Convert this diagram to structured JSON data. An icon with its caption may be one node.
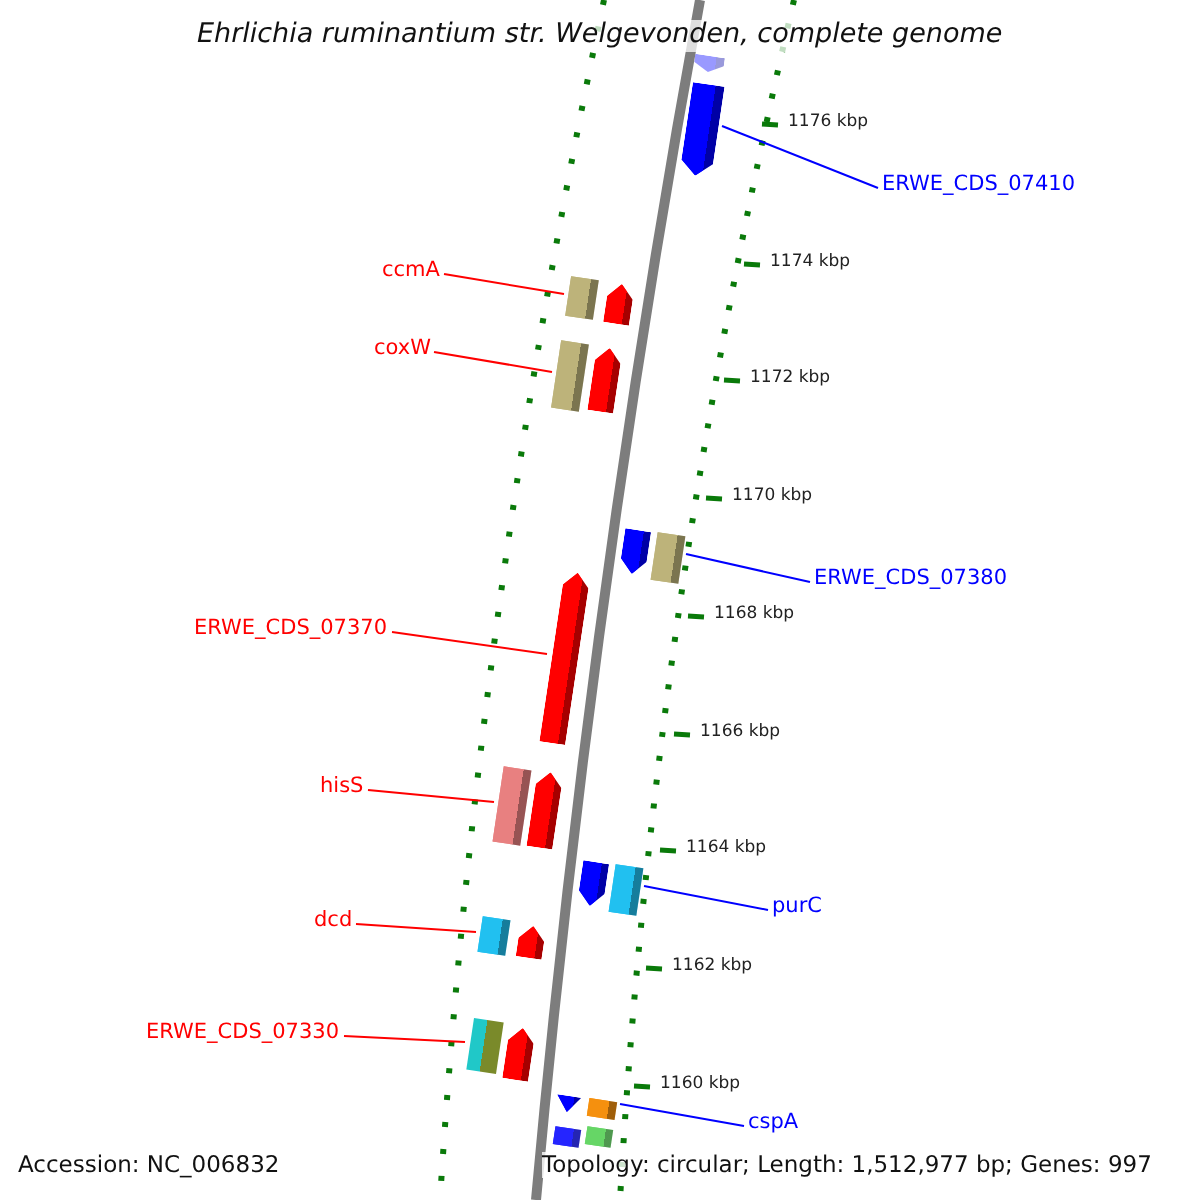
{
  "diagram": {
    "title": "Ehrlichia ruminantium str. Welgevonden, complete genome",
    "nodes": [
      {
        "text": [
          "ERWE_CDS_07410"
        ]
      },
      {
        "text": [],
        "shape": "arrow"
      },
      {
        "text": [
          "ccmA"
        ]
      },
      {
        "text": [],
        "shape": "bar"
      },
      {
        "text": [
          "coxW"
        ]
      },
      {
        "text": [],
        "shape": "bar"
      },
      {
        "text": [
          "ERWE_CDS_07380"
        ]
      },
      {
        "text": [],
        "shape": "bar"
      },
      {
        "text": [
          "ERWE_CDS_07370"
        ]
      },
      {
        "text": [],
        "shape": "arrow"
      },
      {
        "text": [
          "hisS"
        ]
      },
      {
        "text": [],
        "shape": "bar"
      },
      {
        "text": [
          "purC"
        ]
      },
      {
        "text": [],
        "shape": "bar"
      },
      {
        "text": [
          "dcd"
        ]
      },
      {
        "text": [],
        "shape": "bar"
      },
      {
        "text": [
          "ERWE_CDS_07330"
        ]
      },
      {
        "text": [],
        "shape": "bar"
      },
      {
        "text": [
          "cspA"
        ]
      },
      {
        "text": [],
        "shape": "bar"
      },
      {
        "text": [],
        "shape": "arrow"
      },
      {
        "text": [],
        "shape": "arrow"
      },
      {
        "text": [],
        "shape": "arrow"
      },
      {
        "text": [],
        "shape": "arrow"
      },
      {
        "text": [],
        "shape": "arrow"
      },
      {
        "text": [],
        "shape": "arrow"
      },
      {
        "text": [],
        "shape": "arrow"
      },
      {
        "text": [],
        "shape": "arrow"
      },
      {
        "text": [],
        "shape": "triangle"
      },
      {
        "text": [],
        "shape": "bar"
      },
      {
        "text": [],
        "shape": "bar"
      }
    ],
    "edges": [
      {
        "from": 0,
        "to": 1,
        "arrow": "none",
        "color": "#0000ff"
      },
      {
        "from": 2,
        "to": 3,
        "arrow": "none"
      },
      {
        "from": 4,
        "to": 5,
        "arrow": "none"
      },
      {
        "from": 6,
        "to": 7,
        "arrow": "none",
        "color": "#0000ff"
      },
      {
        "from": 8,
        "to": 9,
        "arrow": "none"
      },
      {
        "from": 10,
        "to": 11,
        "arrow": "none"
      },
      {
        "from": 12,
        "to": 13,
        "arrow": "none",
        "color": "#0000ff"
      },
      {
        "from": 14,
        "to": 15,
        "arrow": "none"
      },
      {
        "from": 16,
        "to": 17,
        "arrow": "none"
      },
      {
        "from": 18,
        "to": 19,
        "arrow": "none",
        "color": "#0000ff"
      }
    ],
    "labels": [
      "1176 kbp",
      "1174 kbp",
      "1172 kbp",
      "1170 kbp",
      "1168 kbp",
      "1166 kbp",
      "1164 kbp",
      "1162 kbp",
      "1160 kbp",
      "Accession: NC_006832",
      "Topology: circular; Length: 1,512,977 bp; Genes: 997"
    ]
  }
}
